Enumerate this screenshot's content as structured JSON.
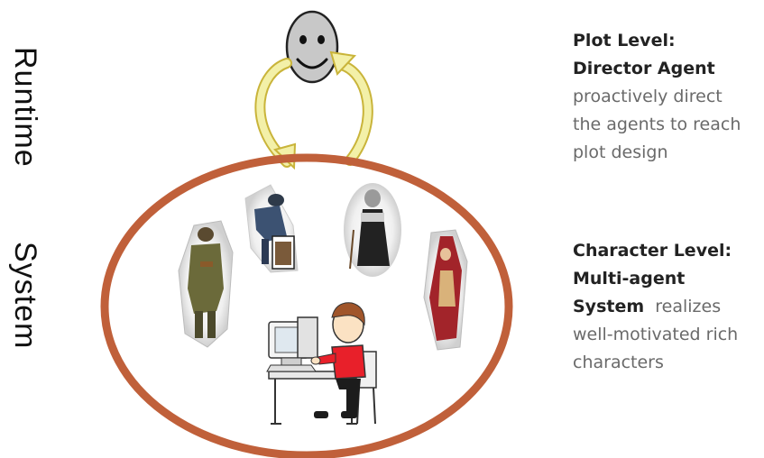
{
  "vertical_label": {
    "line1": "Runtime",
    "line2": "System"
  },
  "plot_level": {
    "heading1": "Plot Level:",
    "heading2": "Director Agent",
    "body": [
      "proactively direct",
      "the agents to reach",
      "plot design"
    ]
  },
  "character_level": {
    "heading1": "Character Level:",
    "heading2": "Multi-agent",
    "heading3": "System",
    "body_inline": "realizes",
    "body": [
      "well-motivated rich",
      "characters"
    ]
  },
  "colors": {
    "ellipse_stroke": "#c0603a",
    "arrow_fill": "#f3f0a8",
    "arrow_stroke": "#c9b43a",
    "face_fill": "#c8c8c8"
  },
  "icons": {
    "director": "smiley-face-icon",
    "user": "person-at-computer-icon",
    "characters": [
      "soldier-figure",
      "bent-old-man-figure",
      "old-woman-figure",
      "red-riding-hood-figure"
    ]
  }
}
